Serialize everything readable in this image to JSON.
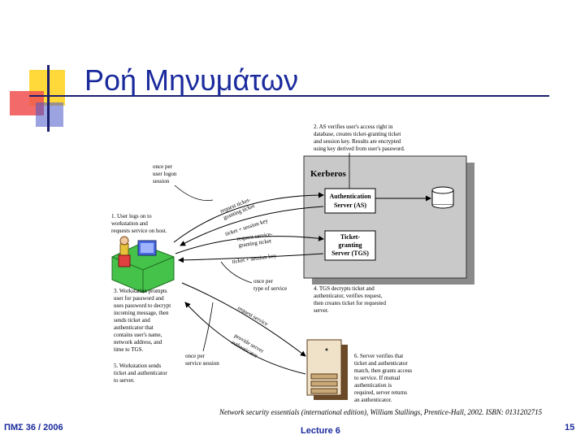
{
  "slide": {
    "title": "Ροή Μηνυμάτων",
    "caption": "Network security essentials (international edition), William Stallings, Prentice-Hall, 2002. ISBN: 0131202715",
    "footer_left": "ΠΜΣ 36 / 2006",
    "footer_center": "Lecture 6",
    "page_number": "15"
  },
  "diagram": {
    "kerberos_label": "Kerberos",
    "as_box": [
      "Authentication",
      "Server (AS)"
    ],
    "tgs_box": [
      "Ticket-",
      "granting",
      "Server (TGS)"
    ],
    "note_as": [
      "2. AS verifies user's access right in",
      "database, creates ticket-granting ticket",
      "and session key. Results are encrypted",
      "using key derived from user's password."
    ],
    "note_logon_once": [
      "once per",
      "user logon",
      "session"
    ],
    "note_login": [
      "1. User logs on to",
      "workstation and",
      "requests service on host."
    ],
    "note_prompt": [
      "3. Workstation prompts",
      "user for password and",
      "uses password to decrypt",
      "incoming message, then",
      "sends ticket and",
      "authenticator that",
      "contains user's name,",
      "network address, and",
      "time to TGS."
    ],
    "note_type_service": [
      "once per",
      "type of service"
    ],
    "note_tgs": [
      "4. TGS decrypts ticket and",
      "authenticator, verifies request,",
      "then creates ticket for requested",
      "server."
    ],
    "note_service_once": [
      "once per",
      "service session"
    ],
    "note_send": [
      "5. Workstation sends",
      "ticket and authenticator",
      "to server."
    ],
    "note_server": [
      "6. Server verifies that",
      "ticket and authenticator",
      "match, then grants access",
      "to service. If mutual",
      "authentication is",
      "required, server returns",
      "an authenticator."
    ],
    "arrow_request_tgt": [
      "request ticket-",
      "granting ticket"
    ],
    "arrow_ticket_session": "ticket + session key",
    "arrow_request_service_granting": [
      "request service-",
      "granting ticket"
    ],
    "arrow_ticket_session_2": "ticket + session key",
    "arrow_request_service": "request service",
    "arrow_authenticator": [
      "provide server",
      "authenticator"
    ]
  }
}
